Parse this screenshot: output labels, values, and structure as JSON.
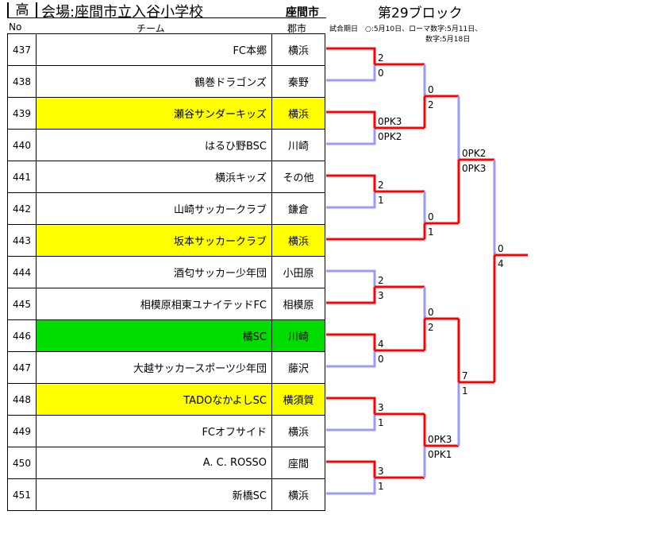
{
  "header": {
    "grade": "高",
    "venue": "会場:座間市立入谷小学校",
    "city": "座間市",
    "block": "第29ブロック"
  },
  "columns": {
    "no": "No",
    "team": "チーム",
    "pref": "郡市"
  },
  "notes": {
    "line1": "試合期日　○:5月10日、ローマ数字:5月11日、",
    "line2": "数字:5月18日"
  },
  "colors": {
    "winner_line": "#ff0000",
    "loser_line": "#9999ff",
    "highlight_yellow": "#ffff00",
    "highlight_green": "#00dd00"
  },
  "teams": [
    {
      "no": "437",
      "name": "FC本郷",
      "pref": "横浜",
      "hl": ""
    },
    {
      "no": "438",
      "name": "鶴巻ドラゴンズ",
      "pref": "秦野",
      "hl": ""
    },
    {
      "no": "439",
      "name": "瀬谷サンダーキッズ",
      "pref": "横浜",
      "hl": "yellow"
    },
    {
      "no": "440",
      "name": "はるひ野BSC",
      "pref": "川崎",
      "hl": ""
    },
    {
      "no": "441",
      "name": "横浜キッズ",
      "pref": "その他",
      "hl": ""
    },
    {
      "no": "442",
      "name": "山崎サッカークラブ",
      "pref": "鎌倉",
      "hl": ""
    },
    {
      "no": "443",
      "name": "坂本サッカークラブ",
      "pref": "横浜",
      "hl": "yellow"
    },
    {
      "no": "444",
      "name": "酒匂サッカー少年団",
      "pref": "小田原",
      "hl": ""
    },
    {
      "no": "445",
      "name": "相模原相東ユナイテッドFC",
      "pref": "相模原",
      "hl": ""
    },
    {
      "no": "446",
      "name": "橘SC",
      "pref": "川崎",
      "hl": "green"
    },
    {
      "no": "447",
      "name": "大越サッカースポーツ少年団",
      "pref": "藤沢",
      "hl": ""
    },
    {
      "no": "448",
      "name": "TADOなかよしSC",
      "pref": "横須賀",
      "hl": "yellow"
    },
    {
      "no": "449",
      "name": "FCオフサイド",
      "pref": "横浜",
      "hl": ""
    },
    {
      "no": "450",
      "name": "A. C. ROSSO",
      "pref": "座間",
      "hl": ""
    },
    {
      "no": "451",
      "name": "新橋SC",
      "pref": "横浜",
      "hl": ""
    }
  ],
  "scores": {
    "r1m1": [
      "2",
      "0"
    ],
    "r1m2": [
      "0PK3",
      "0PK2"
    ],
    "r1m3": [
      "2",
      "1"
    ],
    "r1m4": [
      "2",
      "3"
    ],
    "r1m5": [
      "4",
      "0"
    ],
    "r1m6": [
      "3",
      "1"
    ],
    "r1m7": [
      "3",
      "1"
    ],
    "r2m1": [
      "0",
      "2"
    ],
    "r2m2": [
      "0",
      "1"
    ],
    "r2m3": [
      "0",
      "2"
    ],
    "r2m4": [
      "0PK3",
      "0PK1"
    ],
    "sf1": [
      "0PK2",
      "0PK3"
    ],
    "sf2": [
      "7",
      "1"
    ],
    "final": [
      "0",
      "4"
    ]
  }
}
